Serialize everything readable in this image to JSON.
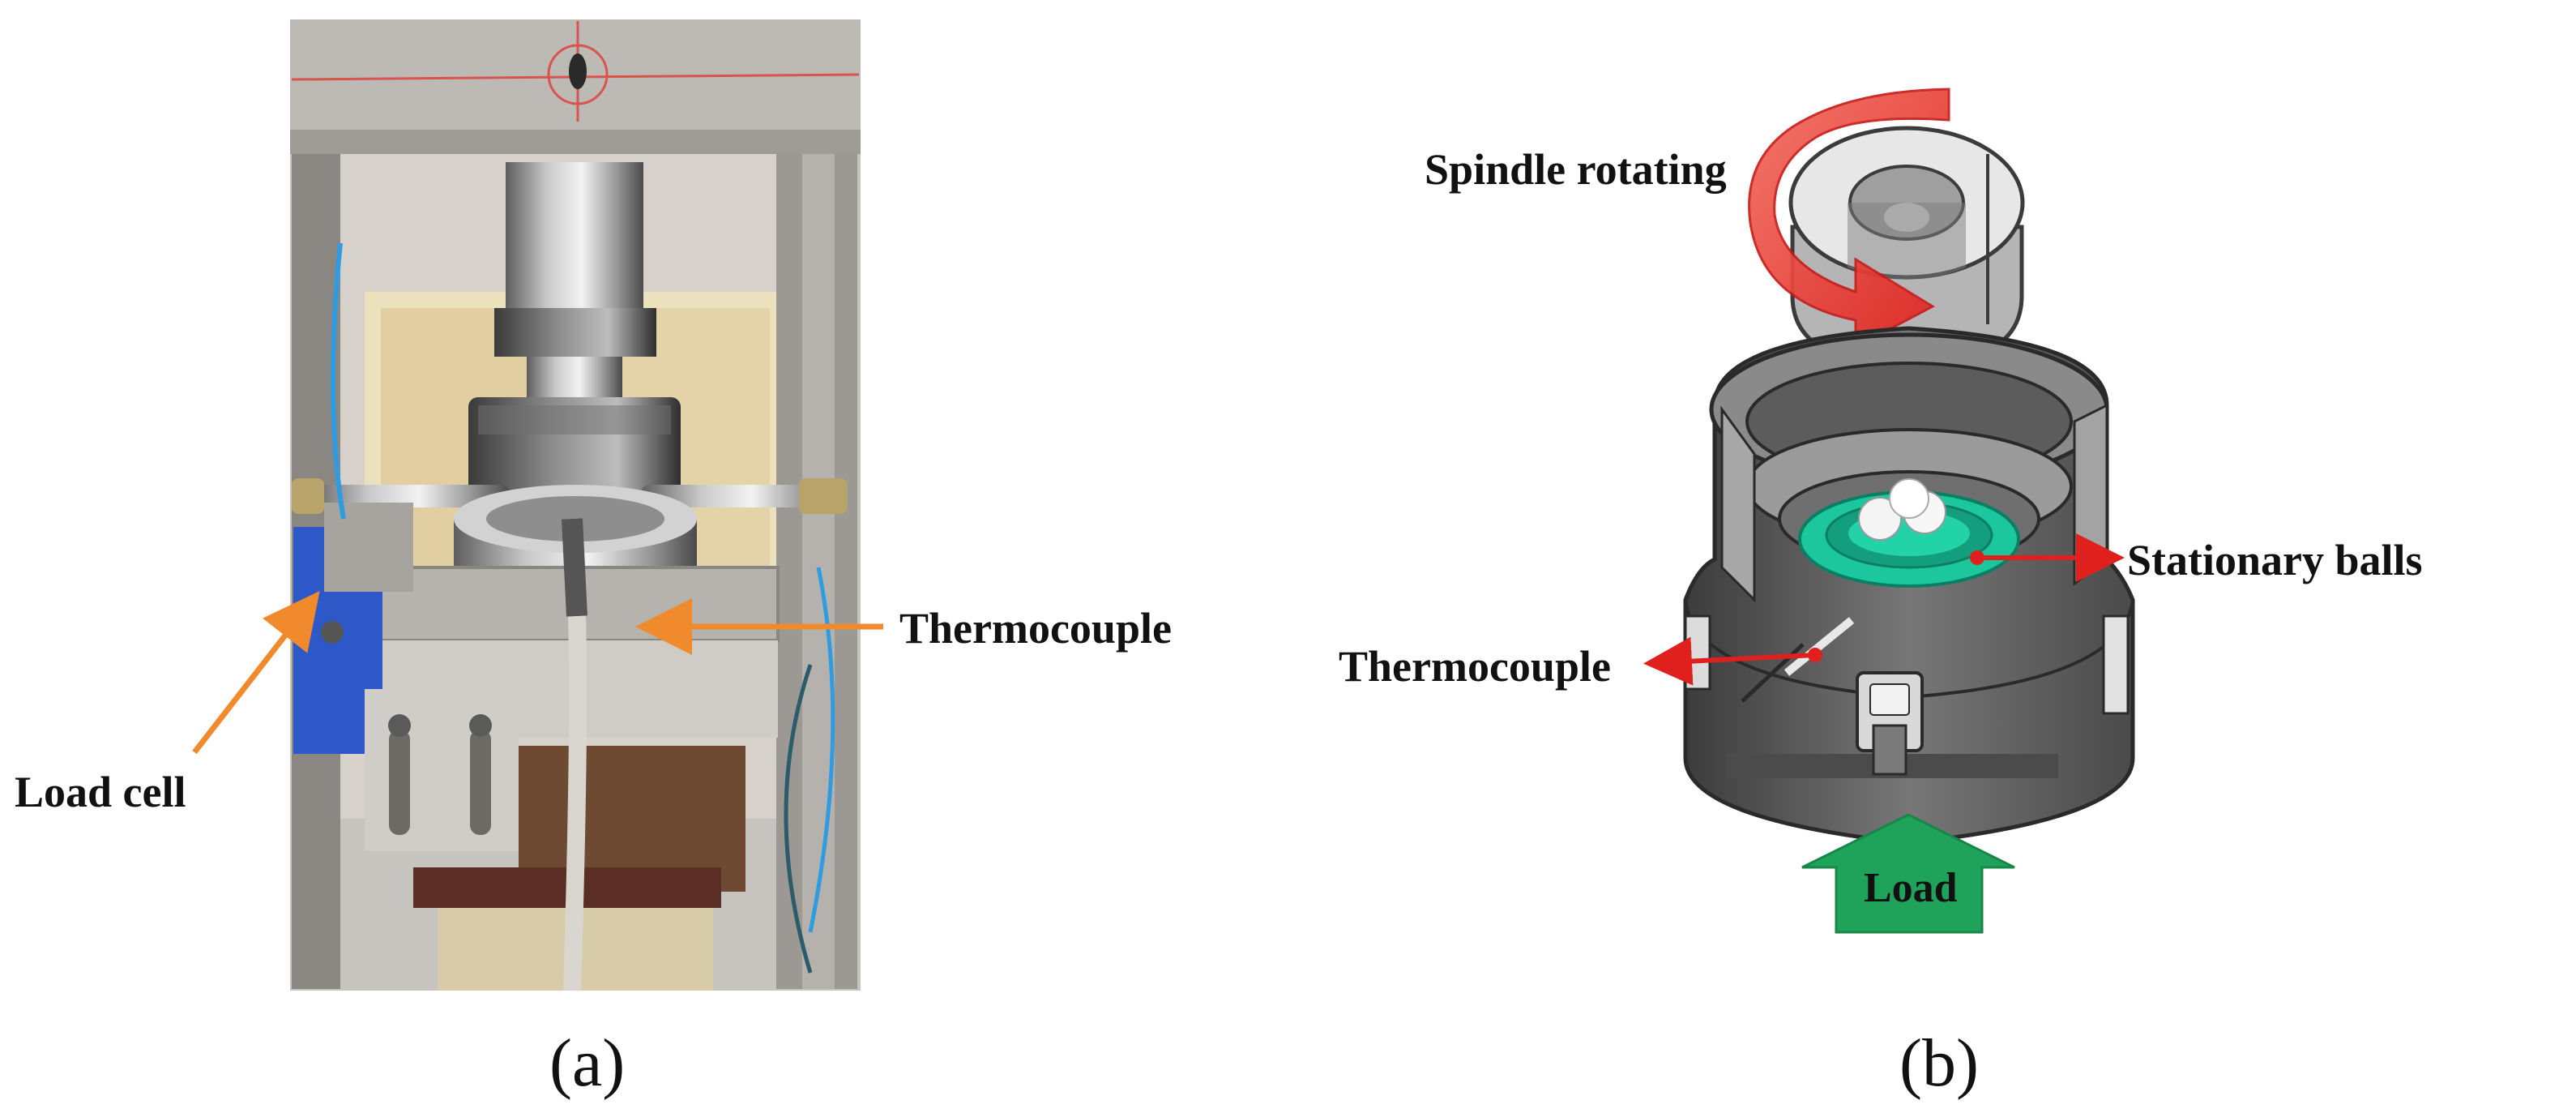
{
  "panel_a": {
    "caption": "(a)",
    "labels": {
      "thermocouple": "Thermocouple",
      "load_cell": "Load cell"
    },
    "arrow_color": "#f08a2c"
  },
  "panel_b": {
    "caption": "(b)",
    "labels": {
      "spindle": "Spindle rotating",
      "stationary_balls": "Stationary balls",
      "thermocouple": "Thermocouple",
      "load": "Load"
    },
    "arrow_color": "#e0201c",
    "load_arrow_color": "#1fa25a",
    "ring_color": "#1cc79e"
  }
}
